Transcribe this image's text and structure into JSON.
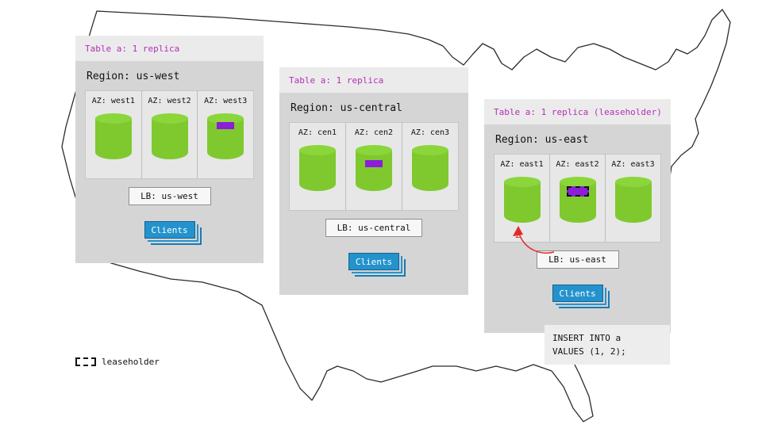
{
  "legend": {
    "label": "leaseholder"
  },
  "sql_note": {
    "lines": [
      "INSERT INTO a",
      "VALUES (1, 2);"
    ]
  },
  "arrow": {
    "label": "2"
  },
  "regions": [
    {
      "id": "us-west",
      "table_label": "Table a: 1 replica",
      "region_label": "Region: us-west",
      "azs": [
        {
          "label": "AZ: west1",
          "replica": false,
          "leaseholder": false
        },
        {
          "label": "AZ: west2",
          "replica": false,
          "leaseholder": false
        },
        {
          "label": "AZ: west3",
          "replica": true,
          "leaseholder": false
        }
      ],
      "lb_label": "LB: us-west",
      "clients_label": "Clients"
    },
    {
      "id": "us-central",
      "table_label": "Table a: 1 replica",
      "region_label": "Region: us-central",
      "azs": [
        {
          "label": "AZ: cen1",
          "replica": false,
          "leaseholder": false
        },
        {
          "label": "AZ: cen2",
          "replica": true,
          "leaseholder": false
        },
        {
          "label": "AZ: cen3",
          "replica": false,
          "leaseholder": false
        }
      ],
      "lb_label": "LB: us-central",
      "clients_label": "Clients"
    },
    {
      "id": "us-east",
      "table_label": "Table a: 1 replica (leaseholder)",
      "region_label": "Region: us-east",
      "azs": [
        {
          "label": "AZ: east1",
          "replica": false,
          "leaseholder": false
        },
        {
          "label": "AZ: east2",
          "replica": true,
          "leaseholder": true
        },
        {
          "label": "AZ: east3",
          "replica": false,
          "leaseholder": false
        }
      ],
      "lb_label": "LB: us-east",
      "clients_label": "Clients"
    }
  ],
  "colors": {
    "replica_purple": "#8b1fd8",
    "cylinder_green": "#7fc92f",
    "clients_blue": "#2492cd",
    "table_label_magenta": "#b52fb5",
    "arrow_red": "#e02b2b"
  }
}
